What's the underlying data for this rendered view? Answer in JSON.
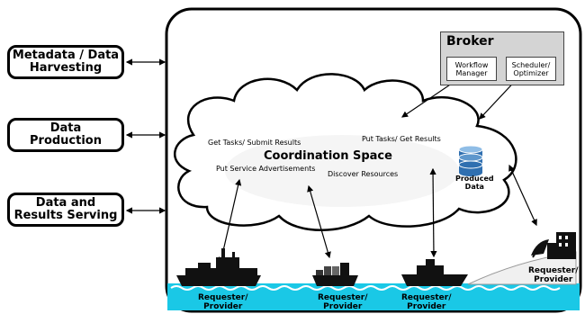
{
  "side_boxes": {
    "metadata": [
      "Metadata / Data",
      "Harvesting"
    ],
    "production": [
      "Data",
      "Production"
    ],
    "serving": [
      "Data and",
      "Results Serving"
    ]
  },
  "broker": {
    "title": "Broker",
    "workflow": [
      "Workflow",
      "Manager"
    ],
    "scheduler": [
      "Scheduler/",
      "Optimizer"
    ]
  },
  "cloud": {
    "title": "Coordination Space",
    "get_tasks": "Get Tasks/ Submit Results",
    "put_service": "Put Service Advertisements",
    "put_tasks": "Put Tasks/ Get Results",
    "discover": "Discover Resources"
  },
  "database": {
    "label": [
      "Produced",
      "Data"
    ]
  },
  "requester_provider": [
    "Requester/",
    "Provider"
  ],
  "colors": {
    "water": "#1ac8e6",
    "broker_bg": "#d4d4d4",
    "db_blue": "#2f6fb0"
  }
}
